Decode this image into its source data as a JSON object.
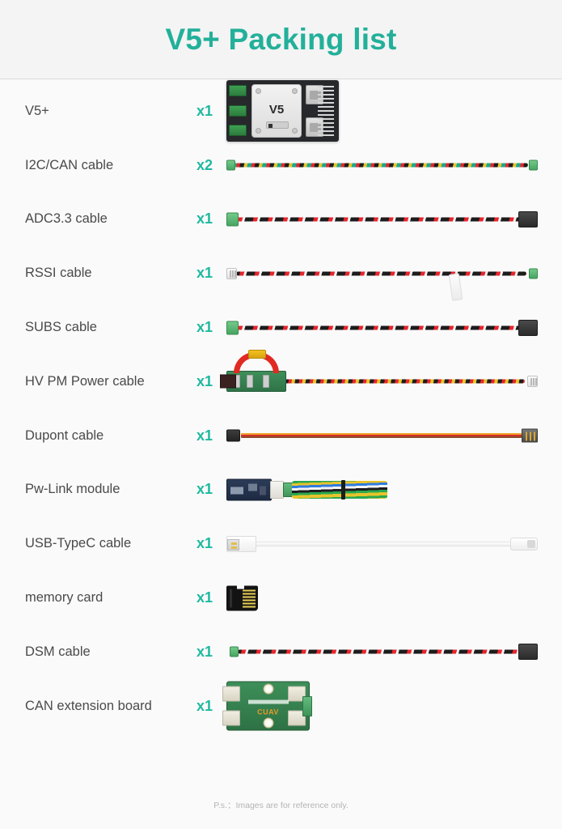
{
  "header": {
    "title": "V5+ Packing list",
    "accent_color": "#23b09a"
  },
  "footer": {
    "note": "P.s.：Images are for reference only."
  },
  "list": {
    "items": [
      {
        "label": "V5+",
        "qty": "x1",
        "art": "flight-controller"
      },
      {
        "label": "I2C/CAN cable",
        "qty": "x2",
        "art": "i2c-can-cable"
      },
      {
        "label": "ADC3.3 cable",
        "qty": "x1",
        "art": "adc33-cable"
      },
      {
        "label": "RSSI cable",
        "qty": "x1",
        "art": "rssi-cable"
      },
      {
        "label": "SUBS cable",
        "qty": "x1",
        "art": "subs-cable"
      },
      {
        "label": "HV PM Power cable",
        "qty": "x1",
        "art": "hv-pm-power-cable"
      },
      {
        "label": "Dupont cable",
        "qty": "x1",
        "art": "dupont-cable"
      },
      {
        "label": "Pw-Link module",
        "qty": "x1",
        "art": "pw-link-module"
      },
      {
        "label": "USB-TypeC cable",
        "qty": "x1",
        "art": "usb-typec-cable"
      },
      {
        "label": "memory card",
        "qty": "x1",
        "art": "memory-card"
      },
      {
        "label": "DSM cable",
        "qty": "x1",
        "art": "dsm-cable"
      },
      {
        "label": "CAN extension board",
        "qty": "x1",
        "art": "can-extension-board"
      }
    ]
  },
  "product_art": {
    "flight_controller_core_label": "V5",
    "can_board_logo": "CUAV"
  }
}
